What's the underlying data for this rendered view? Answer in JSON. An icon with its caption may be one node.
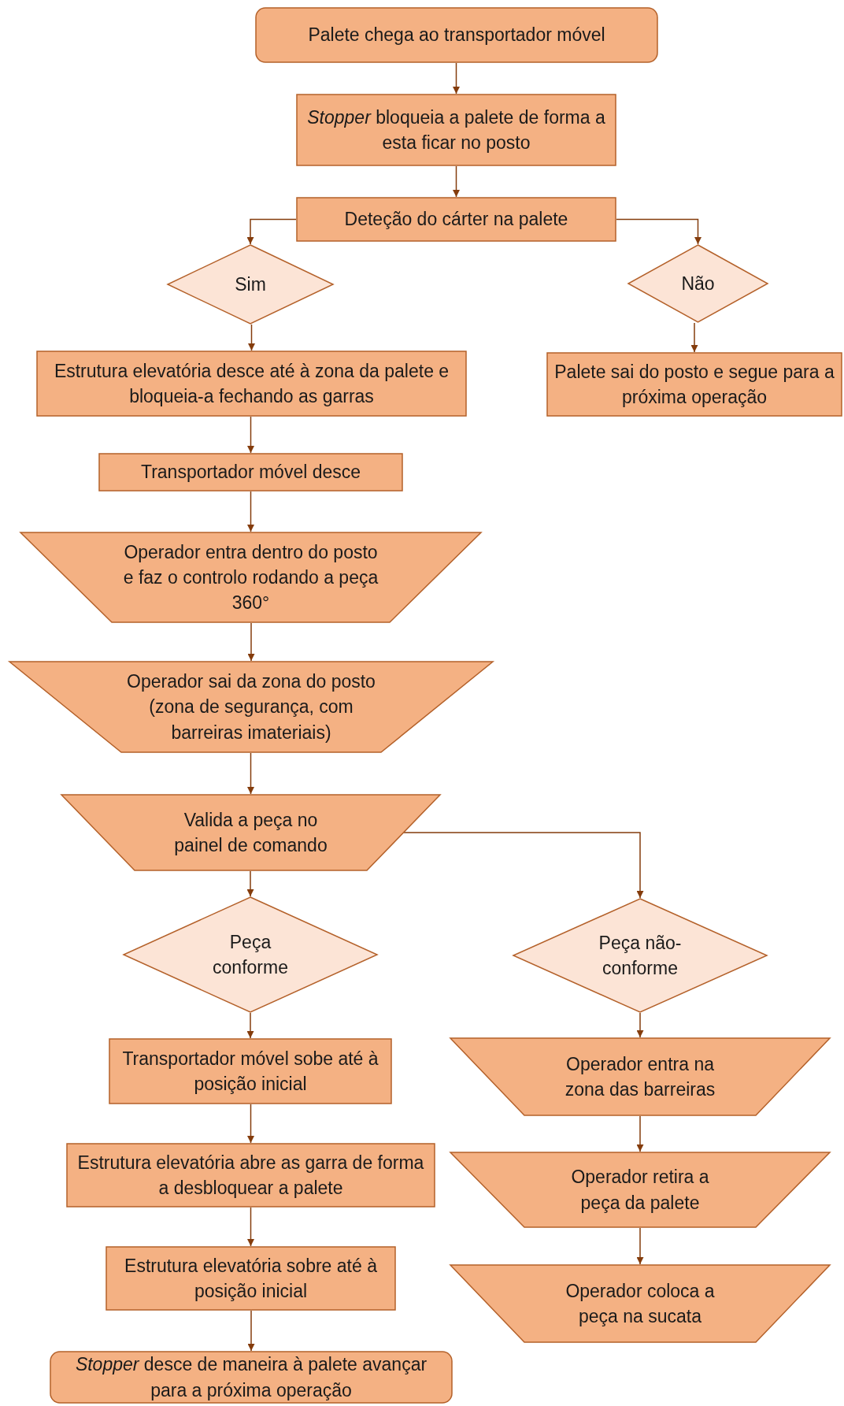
{
  "diagram": {
    "nodes": [
      {
        "text": [
          "Palete chega ao transportador móvel"
        ]
      },
      {
        "text": [
          "*Stopper* bloqueia a palete de forma a esta ficar no posto"
        ]
      },
      {
        "text": [
          "Deteção do cárter na palete"
        ]
      },
      {
        "text": [
          "Sim"
        ]
      },
      {
        "text": [
          "Não"
        ]
      },
      {
        "text": [
          "Estrutura elevatória desce até à zona da palete e bloqueia-a fechando as garras"
        ]
      },
      {
        "text": [
          "Palete sai do posto e segue para a próxima operação"
        ]
      },
      {
        "text": [
          "Transportador móvel desce"
        ]
      },
      {
        "text": [
          "Operador entra dentro do posto e faz o controlo rodando a peça 360°"
        ]
      },
      {
        "text": [
          "Operador sai da zona do posto (zona de segurança, com barreiras imateriais)"
        ]
      },
      {
        "text": [
          "Valida a peça no painel de comando"
        ]
      },
      {
        "text": [
          "Peça conforme"
        ]
      },
      {
        "text": [
          "Peça não-conforme"
        ]
      },
      {
        "text": [
          "Transportador móvel sobe até à posição inicial"
        ]
      },
      {
        "text": [
          "Operador entra na zona das barreiras"
        ]
      },
      {
        "text": [
          "Estrutura elevatória abre as garra de forma a desbloquear a palete"
        ]
      },
      {
        "text": [
          "Operador retira a peça da palete"
        ]
      },
      {
        "text": [
          "Estrutura elevatória sobre até à posição inicial"
        ]
      },
      {
        "text": [
          "Operador coloca a peça na sucata"
        ]
      },
      {
        "text": [
          "*Stopper* desce de maneira à palete avançar para a próxima operação"
        ]
      }
    ],
    "edges": [
      {
        "from": 0,
        "to": 1,
        "arrow": "to"
      },
      {
        "from": 1,
        "to": 2,
        "arrow": "to"
      },
      {
        "from": 2,
        "to": 3,
        "arrow": "to"
      },
      {
        "from": 2,
        "to": 4,
        "arrow": "to"
      },
      {
        "from": 3,
        "to": 5,
        "arrow": "to"
      },
      {
        "from": 4,
        "to": 6,
        "arrow": "to"
      },
      {
        "from": 5,
        "to": 7,
        "arrow": "to"
      },
      {
        "from": 7,
        "to": 8,
        "arrow": "to"
      },
      {
        "from": 8,
        "to": 9,
        "arrow": "to"
      },
      {
        "from": 9,
        "to": 10,
        "arrow": "to"
      },
      {
        "from": 10,
        "to": 11,
        "arrow": "to"
      },
      {
        "from": 10,
        "to": 12,
        "arrow": "to"
      },
      {
        "from": 11,
        "to": 13,
        "arrow": "to"
      },
      {
        "from": 13,
        "to": 15,
        "arrow": "to"
      },
      {
        "from": 15,
        "to": 17,
        "arrow": "to"
      },
      {
        "from": 17,
        "to": 19,
        "arrow": "to"
      },
      {
        "from": 12,
        "to": 14,
        "arrow": "to"
      },
      {
        "from": 14,
        "to": 16,
        "arrow": "to"
      },
      {
        "from": 16,
        "to": 18,
        "arrow": "to"
      }
    ]
  }
}
